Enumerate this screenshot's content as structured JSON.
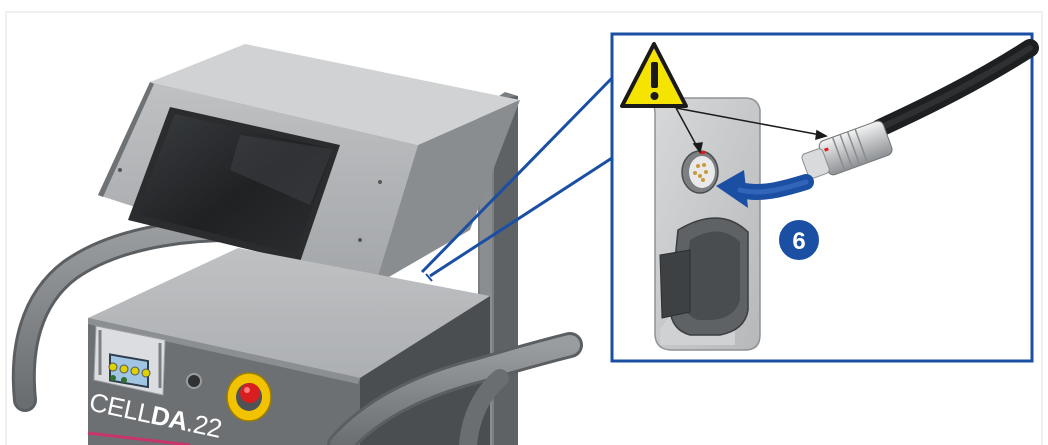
{
  "device": {
    "brand_prefix": "CELL",
    "brand_suffix": "DA",
    "brand_model": ".22"
  },
  "callout": {
    "step_number": "6",
    "warning_icon": "warning-triangle-icon",
    "rotation_arrow_icon": "curved-arrow-icon"
  },
  "colors": {
    "callout_border": "#1b4fa3",
    "step_badge": "#1b4fa3",
    "warning_yellow": "#f5e400",
    "emergency_stop_red": "#d81e1e",
    "emergency_stop_ring": "#f2c300",
    "device_body": "#6a6d70",
    "brand_underline": "#c7356a"
  }
}
